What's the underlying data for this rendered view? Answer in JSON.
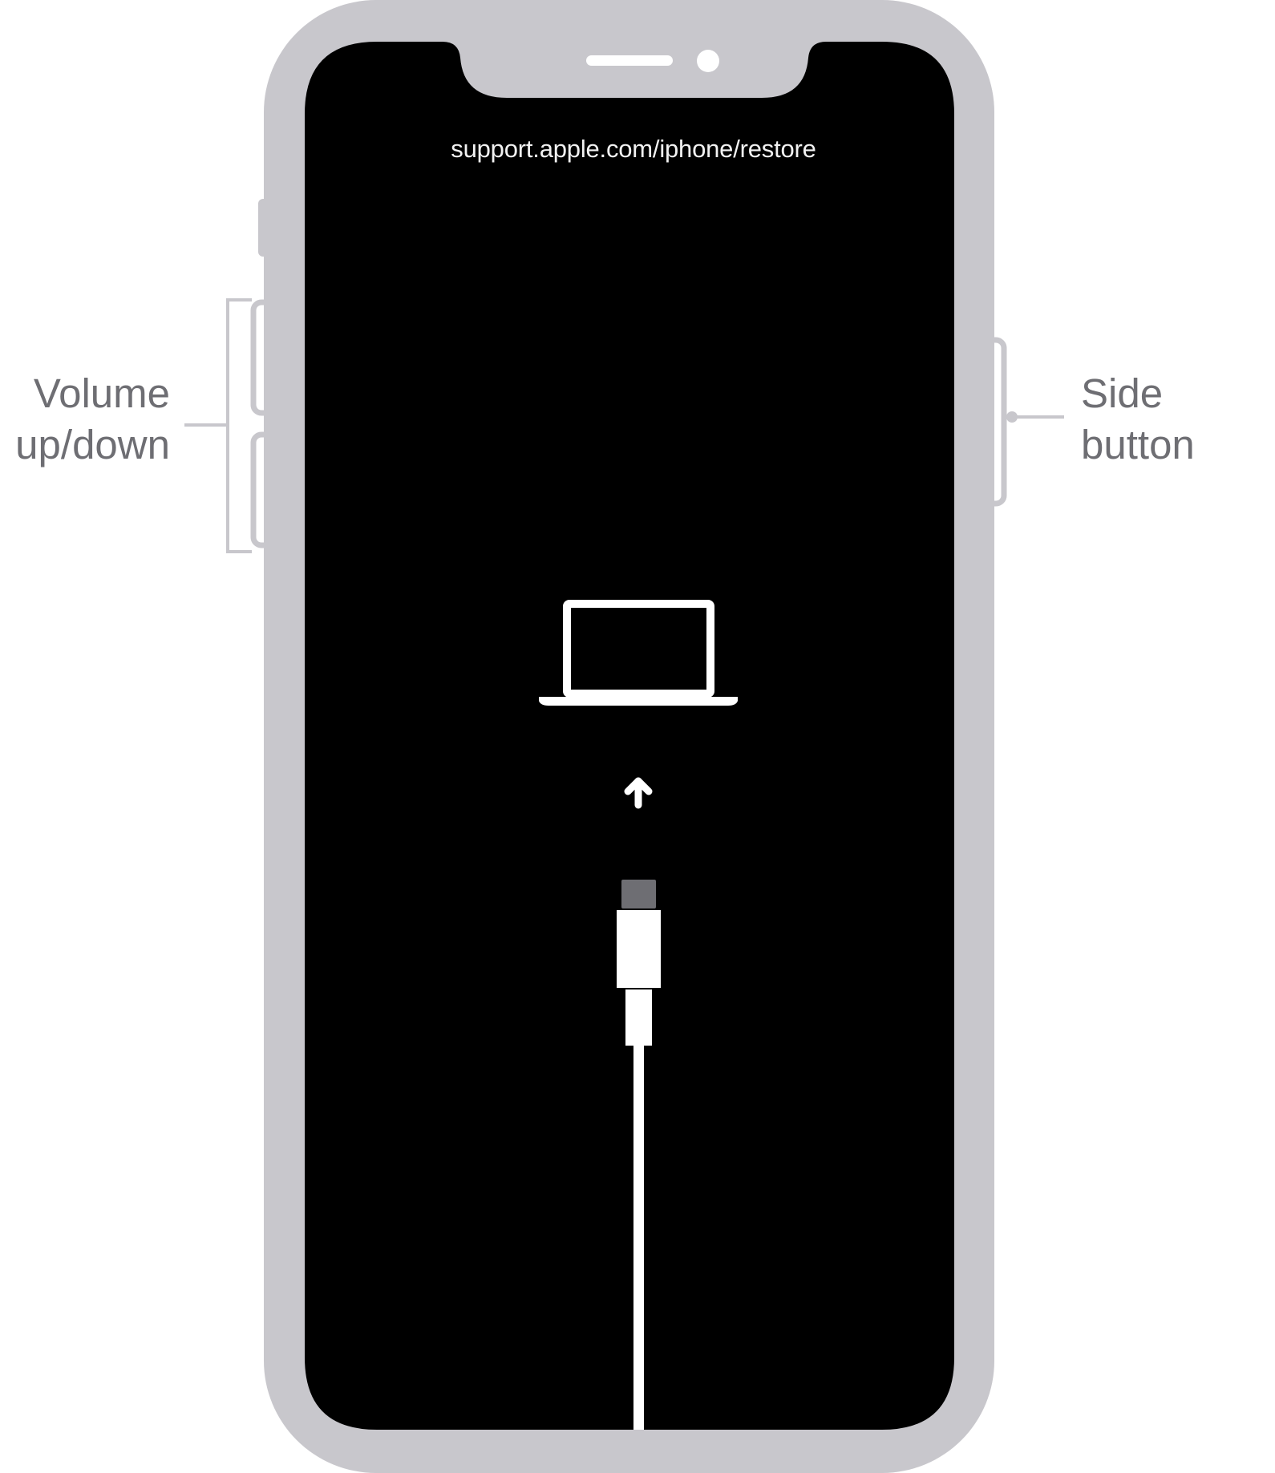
{
  "screen": {
    "url": "support.apple.com/iphone/restore"
  },
  "callouts": {
    "volume": [
      "Volume",
      "up/down"
    ],
    "side": [
      "Side",
      "button"
    ]
  },
  "colors": {
    "frame": "#c8c7cc",
    "screen": "#000000",
    "label": "#6e6e73",
    "icon": "#ffffff",
    "connector_tip": "#6e6e73"
  },
  "icons": [
    "laptop-icon",
    "arrow-up-icon",
    "lightning-cable-icon"
  ]
}
